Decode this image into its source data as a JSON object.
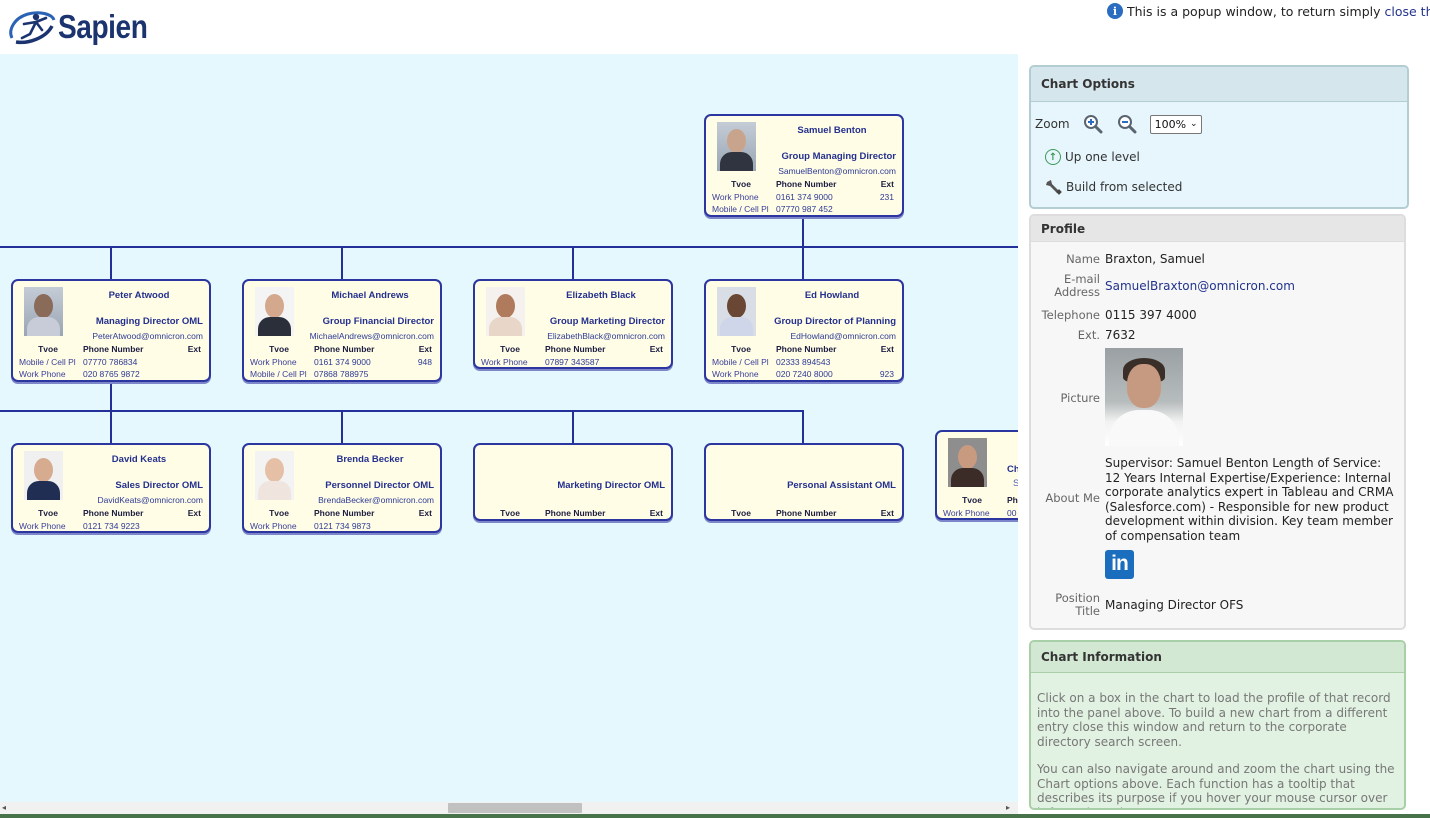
{
  "header": {
    "logo_text": "Sapien",
    "popup_note": "This is a popup window, to return simply",
    "close_link": "close this window"
  },
  "colors": {
    "chart_background": "#e4f8fd",
    "node_background": "#fffde6",
    "node_border": "#2b36a0",
    "connector": "#23309a",
    "link": "#22338c",
    "linkedin": "#1a6ebd"
  },
  "org_chart": {
    "table_headers": {
      "type": "Tvoe",
      "phone": "Phone Number",
      "ext": "Ext"
    },
    "nodes": [
      {
        "id": "samuel-benton",
        "name": "Samuel Benton",
        "title": "Group Managing Director",
        "email": "SamuelBenton@omnicron.com",
        "phones": [
          {
            "type": "Work Phone",
            "number": "0161 374 9000",
            "ext": "231"
          },
          {
            "type": "Mobile / Cell Pl",
            "number": "07770 987 452",
            "ext": ""
          }
        ]
      },
      {
        "id": "peter-atwood",
        "name": "Peter Atwood",
        "title": "Managing Director OML",
        "email": "PeterAtwood@omnicron.com",
        "phones": [
          {
            "type": "Mobile / Cell Pl",
            "number": "07770 786834",
            "ext": ""
          },
          {
            "type": "Work Phone",
            "number": "020 8765 9872",
            "ext": ""
          }
        ]
      },
      {
        "id": "michael-andrews",
        "name": "Michael Andrews",
        "title": "Group Financial Director",
        "email": "MichaelAndrews@omnicron.com",
        "phones": [
          {
            "type": "Work Phone",
            "number": "0161 374 9000",
            "ext": "948"
          },
          {
            "type": "Mobile / Cell Pl",
            "number": "07868 788975",
            "ext": ""
          }
        ]
      },
      {
        "id": "elizabeth-black",
        "name": "Elizabeth Black",
        "title": "Group Marketing Director",
        "email": "ElizabethBlack@omnicron.com",
        "phones": [
          {
            "type": "Work Phone",
            "number": "07897 343587",
            "ext": ""
          }
        ]
      },
      {
        "id": "ed-howland",
        "name": "Ed Howland",
        "title": "Group Director of Planning",
        "email": "EdHowland@omnicron.com",
        "phones": [
          {
            "type": "Mobile / Cell Pl",
            "number": "02333 894543",
            "ext": ""
          },
          {
            "type": "Work Phone",
            "number": "020 7240 8000",
            "ext": "923"
          }
        ]
      },
      {
        "id": "david-keats",
        "name": "David Keats",
        "title": "Sales Director OML",
        "email": "DavidKeats@omnicron.com",
        "phones": [
          {
            "type": "Work Phone",
            "number": "0121 734 9223",
            "ext": ""
          }
        ]
      },
      {
        "id": "brenda-becker",
        "name": "Brenda Becker",
        "title": "Personnel Director OML",
        "email": "BrendaBecker@omnicron.com",
        "phones": [
          {
            "type": "Work Phone",
            "number": "0121 734 9873",
            "ext": ""
          }
        ]
      },
      {
        "id": "vacant-marketing",
        "name": "",
        "title": "Marketing Director OML",
        "email": "",
        "phones": []
      },
      {
        "id": "vacant-pa",
        "name": "",
        "title": "Personal Assistant OML",
        "email": "",
        "phones": []
      },
      {
        "id": "partial-ch",
        "name": "Ch",
        "title": "S",
        "email": "",
        "phones": [
          {
            "type": "Work Phone",
            "number": "00",
            "ext": ""
          }
        ],
        "partial_header_phone": "Ph"
      }
    ]
  },
  "chart_options": {
    "title": "Chart Options",
    "zoom_label": "Zoom",
    "zoom_in_icon": "zoom-in-icon",
    "zoom_out_icon": "zoom-out-icon",
    "zoom_value": "100%",
    "up_one_level": "Up one level",
    "build_from_selected": "Build from selected"
  },
  "profile": {
    "title": "Profile",
    "labels": {
      "name": "Name",
      "email_1": "E-mail",
      "email_2": "Address",
      "telephone": "Telephone",
      "ext": "Ext.",
      "picture": "Picture",
      "about": "About Me",
      "position_1": "Position",
      "position_2": "Title"
    },
    "name": "Braxton, Samuel",
    "email": "SamuelBraxton@omnicron.com",
    "telephone": "0115 397 4000",
    "ext": "7632",
    "about": "Supervisor: Samuel Benton Length of Service: 12 Years Internal Expertise/Experience: Internal corporate analytics expert in Tableau and CRMA (Salesforce.com) - Responsible for new product development within division. Key team member of compensation team",
    "linkedin_label": "in",
    "position_title": "Managing Director OFS"
  },
  "chart_information": {
    "title": "Chart Information",
    "paragraph_1": "Click on a box in the chart to load the profile of that record into the panel above. To build a new chart from a different entry close this window and return to the corporate directory search screen.",
    "paragraph_2": "You can also navigate around and zoom the chart using the Chart options above. Each function has a tooltip that describes its purpose if you hover your mouse cursor over it for a short time."
  },
  "scrollbar": {
    "left_arrow": "◂",
    "right_arrow": "▸"
  }
}
